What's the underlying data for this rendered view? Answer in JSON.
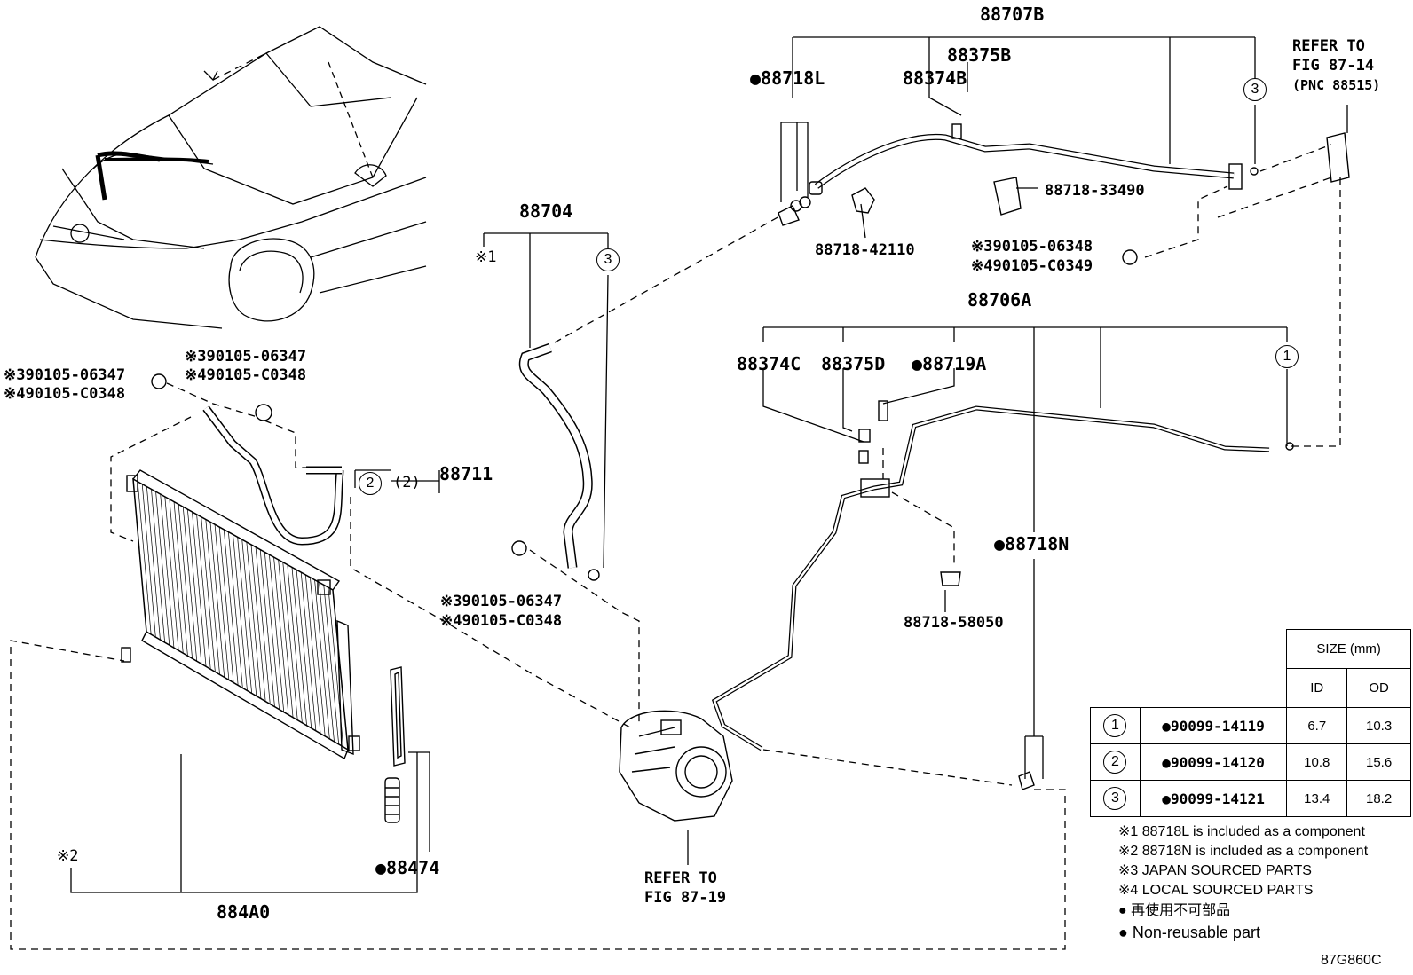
{
  "labels": {
    "p88707B": "88707B",
    "p88375B": "88375B",
    "p88374B": "88374B",
    "p88718L": "88718L",
    "p88718_33490": "88718-33490",
    "p88718_42110": "88718-42110",
    "refer_87_14_l1": "REFER TO",
    "refer_87_14_l2": "FIG 87-14",
    "refer_87_14_l3": "(PNC 88515)",
    "bolt_390105_06348": "※390105-06348",
    "bolt_490105_c0349": "※490105-C0349",
    "p88704": "88704",
    "note1_mark": "※1",
    "p88706A": "88706A",
    "p88374C": "88374C",
    "p88375D": "88375D",
    "p88719A": "88719A",
    "p88718N": "88718N",
    "p88718_58050": "88718-58050",
    "bolt_390105_06347_a": "※390105-06347",
    "bolt_490105_c0348_a": "※490105-C0348",
    "bolt_390105_06347_b": "※390105-06347",
    "bolt_490105_c0348_b": "※490105-C0348",
    "bolt_390105_06347_c": "※390105-06347",
    "bolt_490105_c0348_c": "※490105-C0348",
    "p88711": "88711",
    "ring_2_paren": "(2)",
    "p88474": "88474",
    "p884A0": "884A0",
    "note2_mark": "※2",
    "refer_87_19_l1": "REFER TO",
    "refer_87_19_l2": "FIG 87-19",
    "fig_code": "87G860C"
  },
  "circle_refs": {
    "one": "1",
    "two": "2",
    "three": "3"
  },
  "size_table": {
    "header": "SIZE (mm)",
    "col_id": "ID",
    "col_od": "OD",
    "rows": [
      {
        "ref": "1",
        "part": "90099-14119",
        "id": "6.7",
        "od": "10.3"
      },
      {
        "ref": "2",
        "part": "90099-14120",
        "id": "10.8",
        "od": "15.6"
      },
      {
        "ref": "3",
        "part": "90099-14121",
        "id": "13.4",
        "od": "18.2"
      }
    ]
  },
  "notes": [
    "※1 88718L is included as a component",
    "※2 88718N is included as a component",
    "※3 JAPAN SOURCED PARTS",
    "※4 LOCAL SOURCED PARTS",
    "● 再使用不可部品",
    "● Non-reusable part"
  ]
}
